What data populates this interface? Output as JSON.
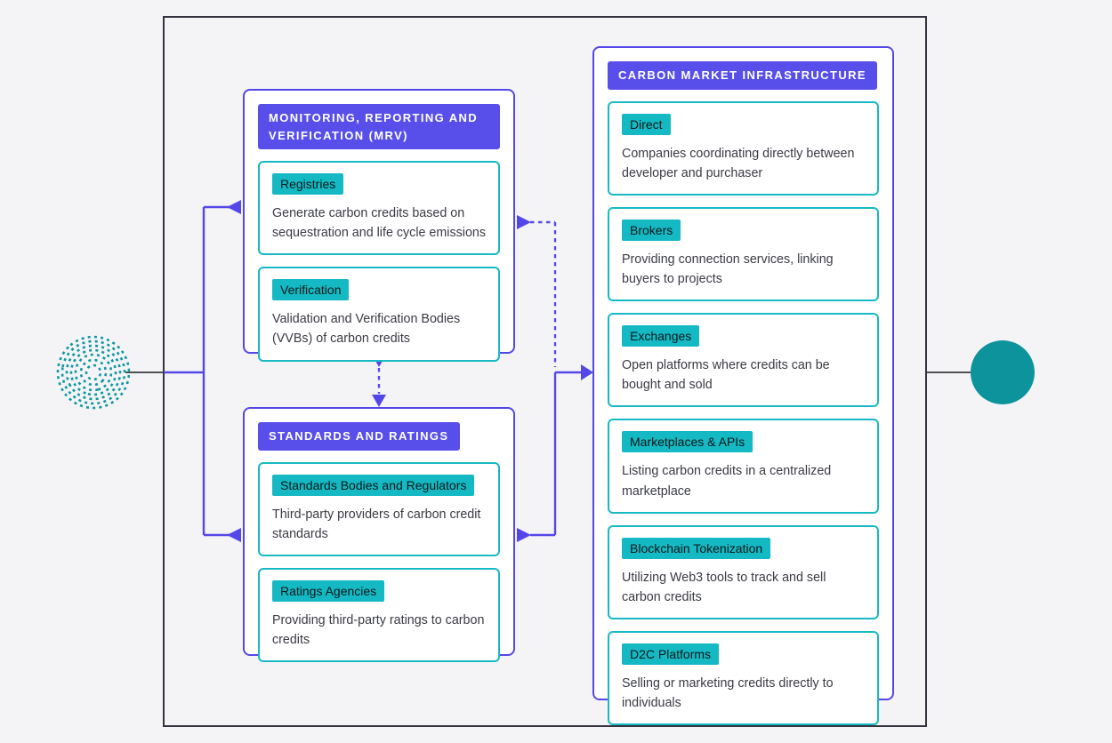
{
  "diagram": {
    "kind": "flow-diagram",
    "colors": {
      "background": "#f4f4f6",
      "frame_border": "#34333f",
      "node_border": "#5447e8",
      "node_header_bg": "#584fea",
      "node_header_text": "#ffffff",
      "card_border": "#17b9c4",
      "badge_bg": "#14b9c3",
      "badge_text": "#0e171a",
      "description_text": "#3a3b44",
      "connector_purple": "#5447e8",
      "connector_black": "#1a1a1f",
      "endpoint_circle": "#0d939c",
      "spiral_icon": "#1097a1"
    },
    "icons": {
      "left": "spiral-icon",
      "right": "endpoint-circle-icon"
    },
    "nodes": {
      "mrv": {
        "title": "MONITORING, REPORTING AND VERIFICATION (MRV)",
        "items": [
          {
            "label": "Registries",
            "desc": "Generate carbon credits based on sequestration and life cycle emissions"
          },
          {
            "label": "Verification",
            "desc": "Validation and Verification Bodies (VVBs) of carbon credits"
          }
        ]
      },
      "standards": {
        "title": "STANDARDS AND RATINGS",
        "items": [
          {
            "label": "Standards Bodies and Regulators",
            "desc": "Third-party providers of carbon credit standards"
          },
          {
            "label": "Ratings Agencies",
            "desc": "Providing third-party ratings to carbon credits"
          }
        ]
      },
      "market": {
        "title": "CARBON MARKET INFRASTRUCTURE",
        "items": [
          {
            "label": "Direct",
            "desc": "Companies coordinating directly between developer and purchaser"
          },
          {
            "label": "Brokers",
            "desc": "Providing connection services, linking buyers to projects"
          },
          {
            "label": "Exchanges",
            "desc": "Open platforms where credits can be bought and sold"
          },
          {
            "label": "Marketplaces & APIs",
            "desc": "Listing carbon credits in a centralized marketplace"
          },
          {
            "label": "Blockchain Tokenization",
            "desc": "Utilizing Web3 tools to track and sell carbon credits"
          },
          {
            "label": "D2C Platforms",
            "desc": "Selling or marketing credits directly to individuals"
          }
        ]
      }
    }
  }
}
